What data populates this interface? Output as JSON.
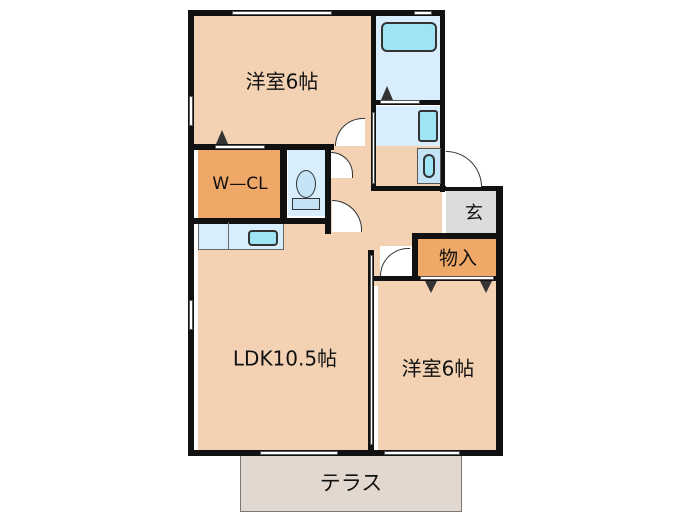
{
  "floorplan": {
    "rooms": {
      "western_room_north": {
        "label": "洋室6帖"
      },
      "walk_in_closet": {
        "label": "W—CL"
      },
      "ldk": {
        "label": "LDK10.5帖"
      },
      "western_room_south": {
        "label": "洋室6帖"
      },
      "storage": {
        "label": "物入"
      },
      "entrance": {
        "label": "玄"
      },
      "terrace": {
        "label": "テラス"
      }
    },
    "colors": {
      "wood_floor": "#f3d2b4",
      "wet_area": "#d9eefc",
      "storage_orange": "#f0a868",
      "entrance_gray": "#dcdcdc",
      "terrace": "#e3d8cf",
      "wall": "#111111",
      "fixture": "#9ee4f5"
    }
  }
}
